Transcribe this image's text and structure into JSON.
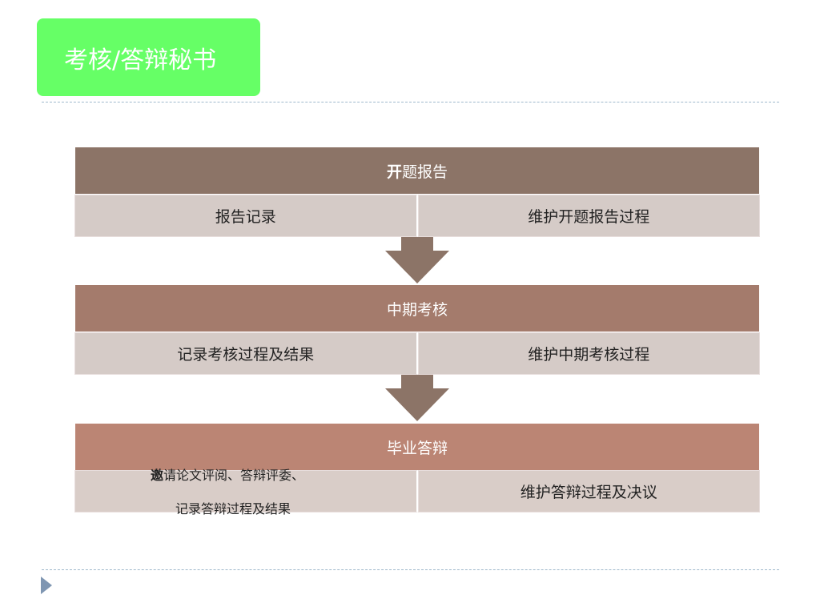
{
  "title": {
    "part1": "考核/答",
    "part2": "辩秘书",
    "bg_color": "#66ff66"
  },
  "stages": [
    {
      "header": "开题报告",
      "header_bold": "开",
      "header_rest": "题报告",
      "header_color": "#8c7467",
      "row_color": "#d5cbc7",
      "left": "报告记录",
      "right": "维护开题报告过程"
    },
    {
      "header": "中期考核",
      "header_color": "#a47b6c",
      "row_color": "#d5cbc7",
      "left": "记录考核过程及结果",
      "right": "维护中期考核过程"
    },
    {
      "header": "毕业答辩",
      "header_color": "#bb8574",
      "row_color": "#d9cdc8",
      "left_line1_bold": "邀",
      "left_line1_rest": "请论文评阅、答辩评委、",
      "left_line2": "记录答辩过程及结果",
      "right": "维护答辩过程及决议"
    }
  ],
  "arrow_color": "#8c7467",
  "nav_icon": "play-triangle-icon"
}
